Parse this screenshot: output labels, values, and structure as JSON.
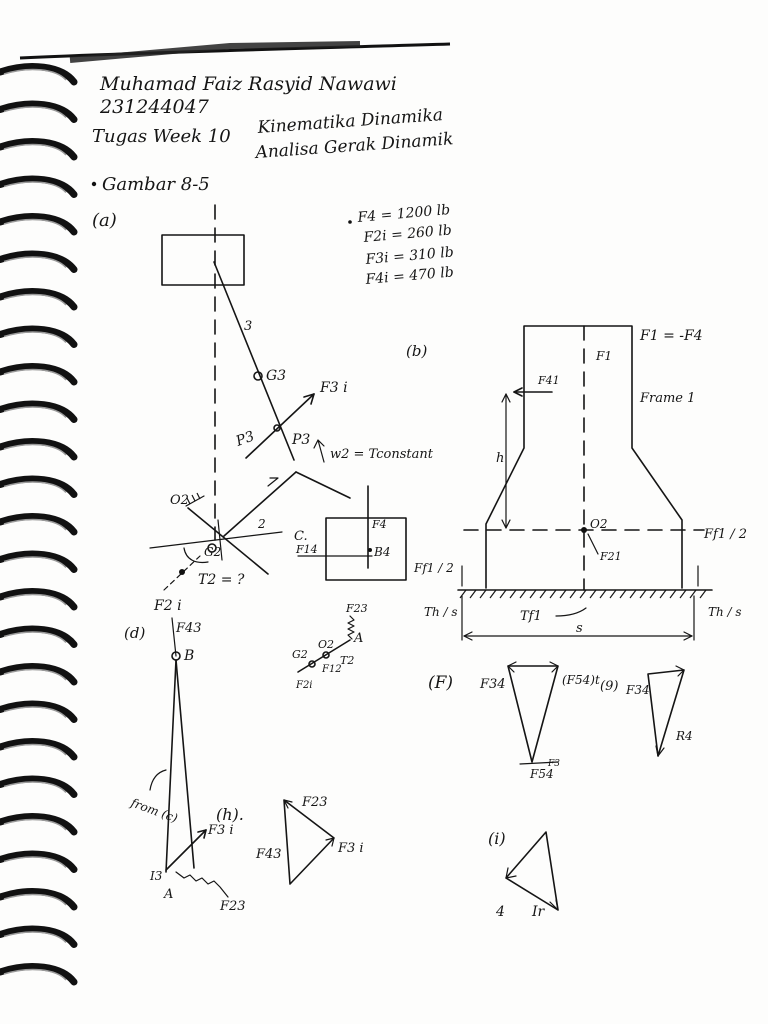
{
  "header": {
    "name": "Muhamad Faiz Rasyid Nawawi",
    "student_id": "231244047",
    "assignment": "Tugas Week 10",
    "topic_line1": "Kinematika Dinamika",
    "topic_line2": "Analisa Gerak Dinamik",
    "figure_ref": "Gambar 8-5"
  },
  "part_a": {
    "label": "(a)",
    "given": [
      "F4 = 1200 lb",
      "F2i = 260 lb",
      "F3i = 310 lb",
      "F4i = 470 lb"
    ],
    "labels": {
      "link3": "3",
      "g3": "G3",
      "f3i": "F3 i",
      "p_left": "P3",
      "p3": "P3",
      "omega": "w2 = Tconstant",
      "o2": "O2",
      "link2": "2",
      "g2": "G2",
      "t2": "T2 = ?",
      "f2i": "F2 i",
      "c": "C.",
      "f14": "F14",
      "f4": "F4",
      "b4": "B4"
    }
  },
  "part_b": {
    "label": "(b)",
    "f1": "F1 = -F4",
    "f1_short": "F1",
    "f41": "F41",
    "frame": "Frame 1",
    "h": "h",
    "o2": "O2",
    "f21": "F21",
    "ff_right": "Ff1 / 2",
    "ff_left": "Ff1 / 2",
    "th_left": "Th / s",
    "th_right": "Th / s",
    "tf": "Tf1",
    "s": "s"
  },
  "part_c": {
    "f23": "F23",
    "a": "A",
    "g2": "G2",
    "o2": "O2",
    "t2": "T2",
    "f2i": "F2i",
    "f12": "F12"
  },
  "part_d": {
    "label": "(d)",
    "f43": "F43",
    "b": "B",
    "from": "from (c)",
    "f3i": "F3 i",
    "i3": "I3",
    "a": "A",
    "f23": "F23"
  },
  "part_f": {
    "label": "(F)",
    "f34": "F34",
    "f54t": "(F54)t",
    "f54": "F54",
    "f3": "F3"
  },
  "part_g": {
    "label": "(9)",
    "f34": "F34",
    "r4": "R4"
  },
  "part_h": {
    "label": "(h).",
    "f23": "F23",
    "f43": "F43",
    "f3i": "F3 i"
  },
  "part_i": {
    "label": "(i)",
    "four": "4",
    "ir": "Ir"
  }
}
